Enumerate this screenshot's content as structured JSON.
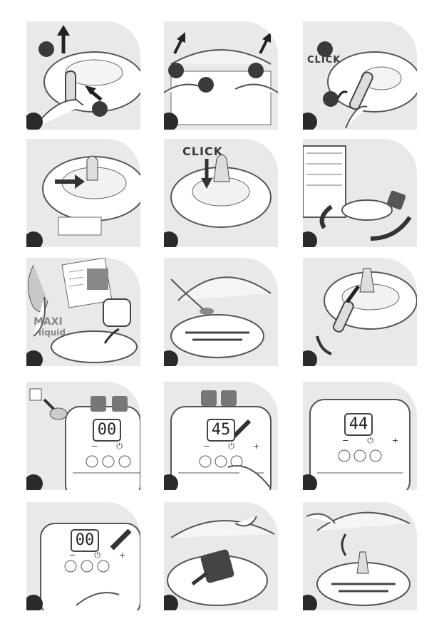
{
  "panels": {
    "p3": {
      "click_label": "CLICK"
    },
    "p5": {
      "click_label": "CLICK"
    },
    "p7": {
      "maxi_label": "MAXI",
      "liquid_label": "liquid"
    },
    "p10": {
      "display": "00"
    },
    "p11": {
      "display": "45"
    },
    "p12": {
      "display": "44"
    },
    "p13": {
      "display": "00"
    }
  },
  "controls": {
    "minus": "−",
    "power": "⏻",
    "plus": "+"
  },
  "colors": {
    "panel_bg": "#e9e9e9",
    "marker": "#2a2a2a",
    "line": "#444444"
  }
}
